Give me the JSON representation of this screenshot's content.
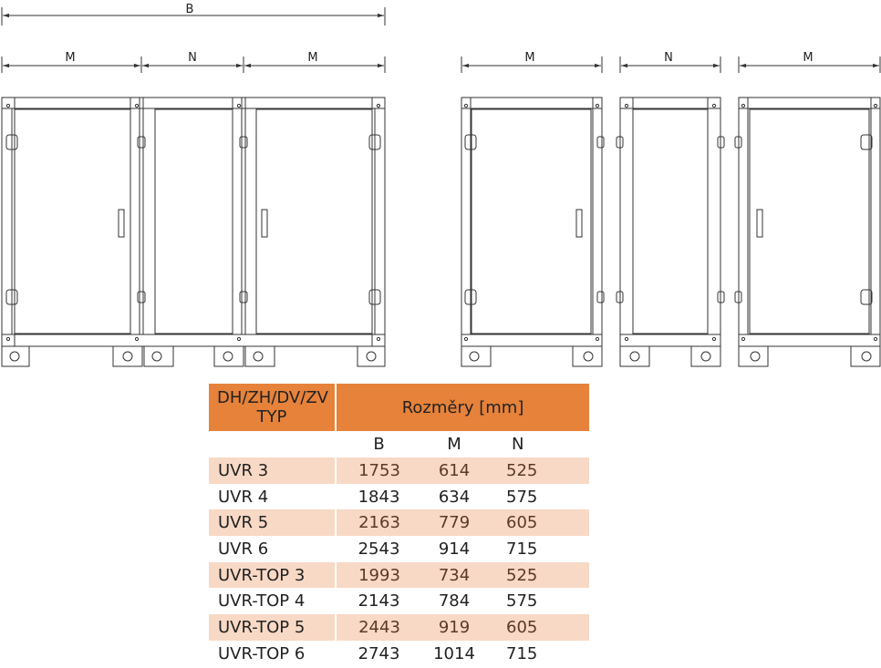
{
  "dimensions": {
    "b_label": "B",
    "m_label": "M",
    "n_label": "N"
  },
  "table": {
    "type_header": "DH/ZH/DV/ZV TYP",
    "dims_header": "Rozměry [mm]",
    "col_b": "B",
    "col_m": "M",
    "col_n": "N",
    "rows": [
      {
        "type": "UVR 3",
        "b": "1753",
        "m": "614",
        "n": "525"
      },
      {
        "type": "UVR 4",
        "b": "1843",
        "m": "634",
        "n": "575"
      },
      {
        "type": "UVR 5",
        "b": "2163",
        "m": "779",
        "n": "605"
      },
      {
        "type": "UVR 6",
        "b": "2543",
        "m": "914",
        "n": "715"
      },
      {
        "type": "UVR-TOP 3",
        "b": "1993",
        "m": "734",
        "n": "525"
      },
      {
        "type": "UVR-TOP 4",
        "b": "2143",
        "m": "784",
        "n": "575"
      },
      {
        "type": "UVR-TOP 5",
        "b": "2443",
        "m": "919",
        "n": "605"
      },
      {
        "type": "UVR-TOP 6",
        "b": "2743",
        "m": "1014",
        "n": "715"
      }
    ]
  },
  "colors": {
    "header": "#e6823a",
    "stripe": "#f8d9c5",
    "line": "#333333"
  }
}
